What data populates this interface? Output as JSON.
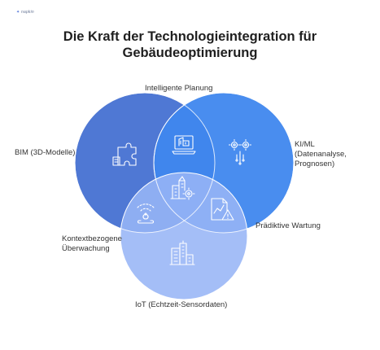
{
  "logo": {
    "text": "napkin"
  },
  "title": {
    "line1": "Die Kraft der Technologieintegration für",
    "line2": "Gebäudeoptimierung"
  },
  "labels": {
    "bim": "BIM (3D-Modelle)",
    "planning": "Intelligente Planung",
    "kiml_1": "KI/ML",
    "kiml_2": "(Datenanalyse,",
    "kiml_3": "Prognosen)",
    "maintenance": "Prädiktive Wartung",
    "context_1": "Kontextbezogene",
    "context_2": "Überwachung",
    "iot": "IoT (Echtzeit-Sensordaten)"
  },
  "colors": {
    "bim": "#4f78d4",
    "kiml": "#3f87ee",
    "iot": "#97b5f6",
    "title": "#1f1f1f",
    "label": "#333333"
  },
  "icons": {
    "bim": "puzzle-icon",
    "planning": "laptop-blueprint-icon",
    "kiml": "gears-network-icon",
    "center": "building-gear-icon",
    "context": "wifi-location-icon",
    "maintenance": "chart-warning-icon",
    "iot": "city-buildings-icon"
  }
}
